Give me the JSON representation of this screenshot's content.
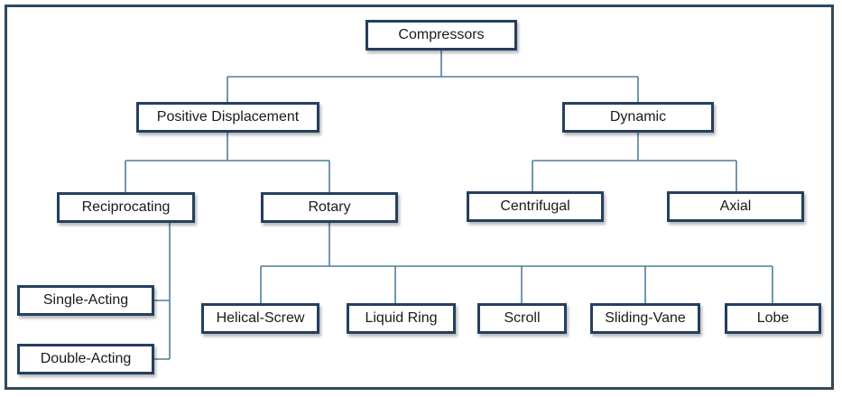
{
  "diagram": {
    "root": "Compressors",
    "categories": {
      "positive_displacement": "Positive Displacement",
      "dynamic": "Dynamic"
    },
    "positive_displacement_types": {
      "reciprocating": "Reciprocating",
      "rotary": "Rotary"
    },
    "dynamic_types": {
      "centrifugal": "Centrifugal",
      "axial": "Axial"
    },
    "reciprocating_types": {
      "single_acting": "Single-Acting",
      "double_acting": "Double-Acting"
    },
    "rotary_types": {
      "helical_screw": "Helical-Screw",
      "liquid_ring": "Liquid Ring",
      "scroll": "Scroll",
      "sliding_vane": "Sliding-Vane",
      "lobe": "Lobe"
    }
  },
  "colors": {
    "box_border": "#243f60",
    "connector": "#4f7f9a",
    "frame": "#2f4a5d"
  }
}
